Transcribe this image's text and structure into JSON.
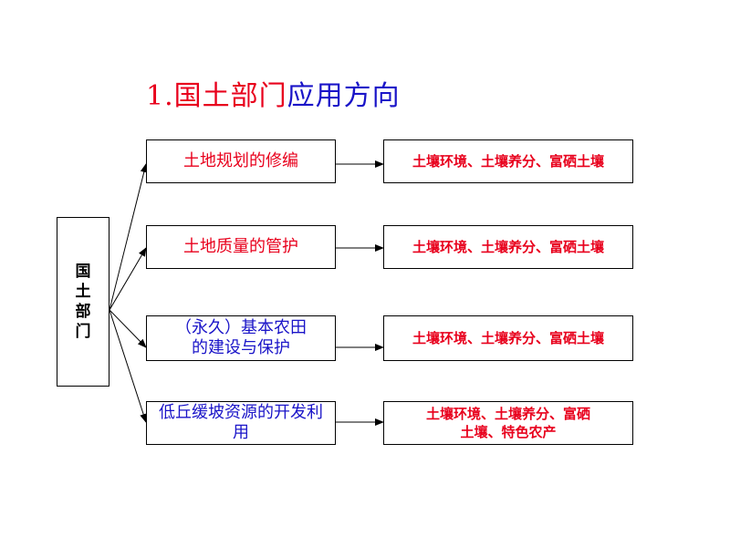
{
  "title": {
    "number": "1.",
    "red_part": "国土部门",
    "blue_part": "应用方向"
  },
  "root": {
    "label": "国土部门"
  },
  "rows": [
    {
      "label": "土地规划的修编",
      "color": "#e8001c",
      "target": "土壤环境、土壤养分、富硒土壤"
    },
    {
      "label": "土地质量的管护",
      "color": "#e8001c",
      "target": "土壤环境、土壤养分、富硒土壤"
    },
    {
      "label": "（永久）基本农田的建设与保护",
      "color": "#1a14c8",
      "target": "土壤环境、土壤养分、富硒土壤"
    },
    {
      "label": "低丘缓坡资源的开发利用",
      "color": "#1a14c8",
      "target": "土壤环境、土壤养分、富硒土壤、特色农产"
    }
  ]
}
